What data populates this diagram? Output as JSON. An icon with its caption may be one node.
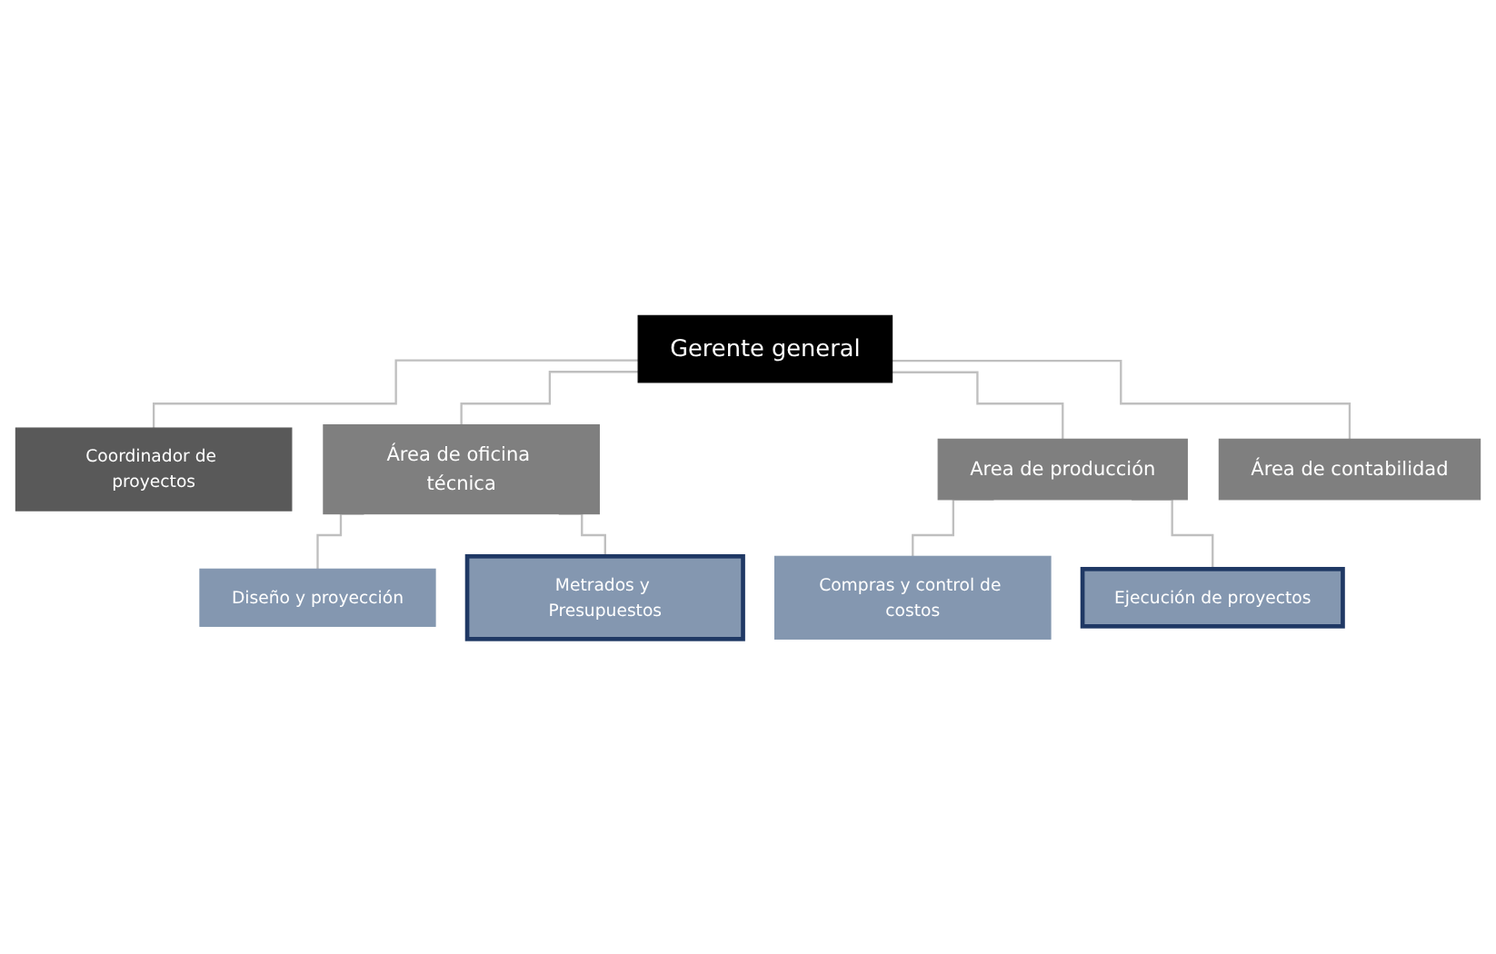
{
  "diagram": {
    "nodes": [
      {
        "text": [
          "Gerente general"
        ]
      },
      {
        "text": [
          "Coordinador de proyectos"
        ]
      },
      {
        "text": [
          "Área de oficina técnica"
        ]
      },
      {
        "text": [
          "Area de producción"
        ]
      },
      {
        "text": [
          "Área de contabilidad"
        ]
      },
      {
        "text": [
          "Diseño y proyección"
        ]
      },
      {
        "text": [
          "Metrados y Presupuestos"
        ]
      },
      {
        "text": [
          "Compras y control de costos"
        ]
      },
      {
        "text": [
          "Ejecución de proyectos"
        ]
      }
    ],
    "edges": [
      {
        "from": 0,
        "to": 1,
        "arrow": "none"
      },
      {
        "from": 0,
        "to": 2,
        "arrow": "none"
      },
      {
        "from": 0,
        "to": 3,
        "arrow": "none"
      },
      {
        "from": 0,
        "to": 4,
        "arrow": "none"
      },
      {
        "from": 2,
        "to": 5,
        "arrow": "none"
      },
      {
        "from": 2,
        "to": 6,
        "arrow": "none"
      },
      {
        "from": 3,
        "to": 7,
        "arrow": "none"
      },
      {
        "from": 3,
        "to": 8,
        "arrow": "none"
      }
    ]
  }
}
